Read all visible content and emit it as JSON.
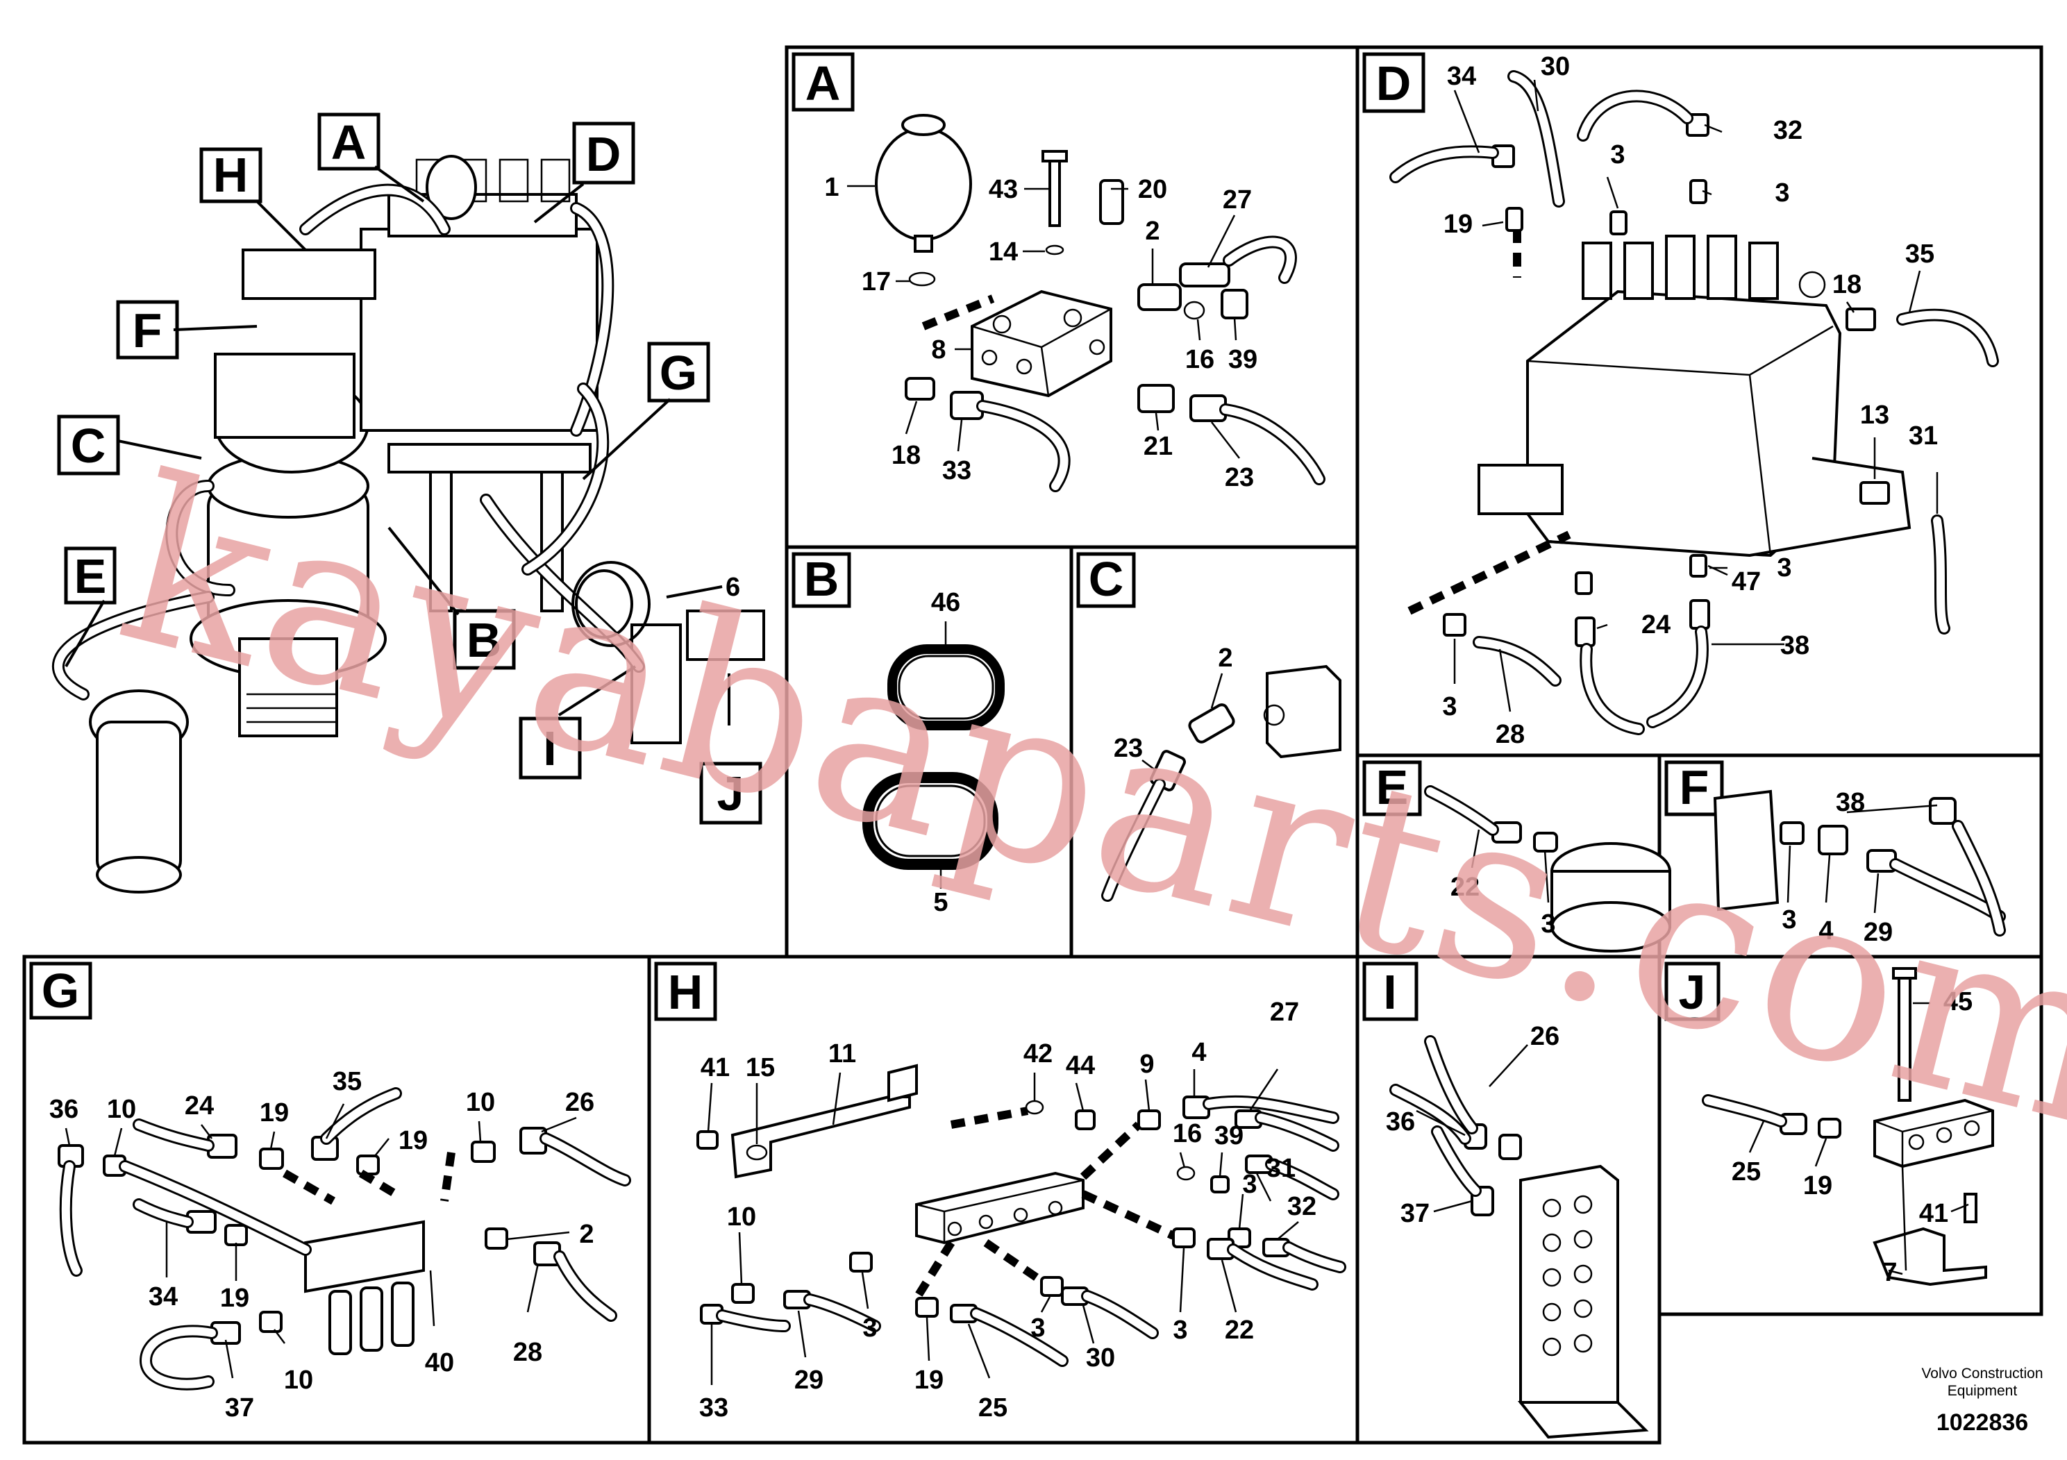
{
  "watermark": "kayabaparts.com",
  "footer": {
    "brand_line1": "Volvo Construction",
    "brand_line2": "Equipment",
    "doc_number": "1022836"
  },
  "overview": {
    "callouts": [
      "A",
      "D",
      "H",
      "F",
      "G",
      "C",
      "E",
      "B",
      "I",
      "J"
    ],
    "item_label": "6"
  },
  "detail_panels": [
    {
      "tag": "A",
      "labels": [
        "1",
        "43",
        "20",
        "17",
        "14",
        "27",
        "2",
        "8",
        "16",
        "39",
        "18",
        "33",
        "21",
        "23"
      ]
    },
    {
      "tag": "B",
      "labels": [
        "46",
        "5"
      ]
    },
    {
      "tag": "C",
      "labels": [
        "2",
        "23"
      ]
    },
    {
      "tag": "D",
      "labels": [
        "34",
        "30",
        "32",
        "3",
        "19",
        "3",
        "18",
        "35",
        "13",
        "31",
        "47",
        "3",
        "24",
        "38",
        "3",
        "28"
      ]
    },
    {
      "tag": "E",
      "labels": [
        "22",
        "3"
      ]
    },
    {
      "tag": "F",
      "labels": [
        "38",
        "3",
        "4",
        "29"
      ]
    },
    {
      "tag": "G",
      "labels": [
        "36",
        "10",
        "24",
        "19",
        "35",
        "19",
        "10",
        "26",
        "2",
        "34",
        "19",
        "10",
        "37",
        "40",
        "28"
      ]
    },
    {
      "tag": "H",
      "labels": [
        "41",
        "15",
        "11",
        "42",
        "44",
        "9",
        "4",
        "27",
        "16",
        "39",
        "31",
        "3",
        "32",
        "10",
        "3",
        "3",
        "3",
        "22",
        "33",
        "29",
        "19",
        "25",
        "30"
      ]
    },
    {
      "tag": "I",
      "labels": [
        "26",
        "36",
        "37"
      ]
    },
    {
      "tag": "J",
      "labels": [
        "45",
        "25",
        "19",
        "41",
        "7"
      ]
    }
  ]
}
